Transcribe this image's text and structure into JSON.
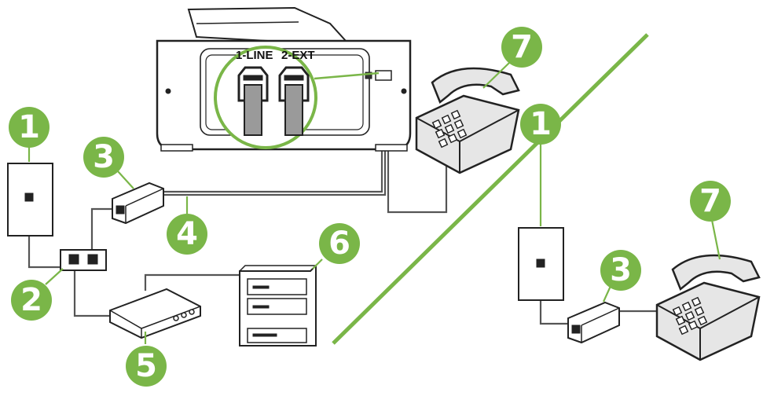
{
  "colors": {
    "callout": "#7ab648",
    "divider": "#7ab648",
    "line": "#555555",
    "device_outline": "#222222",
    "device_fill": "#ffffff",
    "phone_body": "#e6e6e6"
  },
  "ports": {
    "line": "1-LINE",
    "ext": "2-EXT"
  },
  "callouts": [
    {
      "id": "wall-jack-left",
      "label": "1"
    },
    {
      "id": "splitter",
      "label": "2"
    },
    {
      "id": "dsl-filter-left",
      "label": "3"
    },
    {
      "id": "phone-cord",
      "label": "4"
    },
    {
      "id": "dsl-modem",
      "label": "5"
    },
    {
      "id": "computer",
      "label": "6"
    },
    {
      "id": "telephone-top",
      "label": "7"
    },
    {
      "id": "wall-jack-right",
      "label": "1"
    },
    {
      "id": "dsl-filter-right",
      "label": "3"
    },
    {
      "id": "telephone-right",
      "label": "7"
    }
  ],
  "icons": {
    "wall_jack": "wall-jack-icon",
    "splitter": "parallel-splitter-icon",
    "filter": "dsl-filter-icon",
    "modem": "dsl-modem-icon",
    "computer": "computer-tower-icon",
    "phone": "telephone-icon",
    "printer": "printer-back-icon",
    "magnifier": "port-magnifier-icon"
  }
}
